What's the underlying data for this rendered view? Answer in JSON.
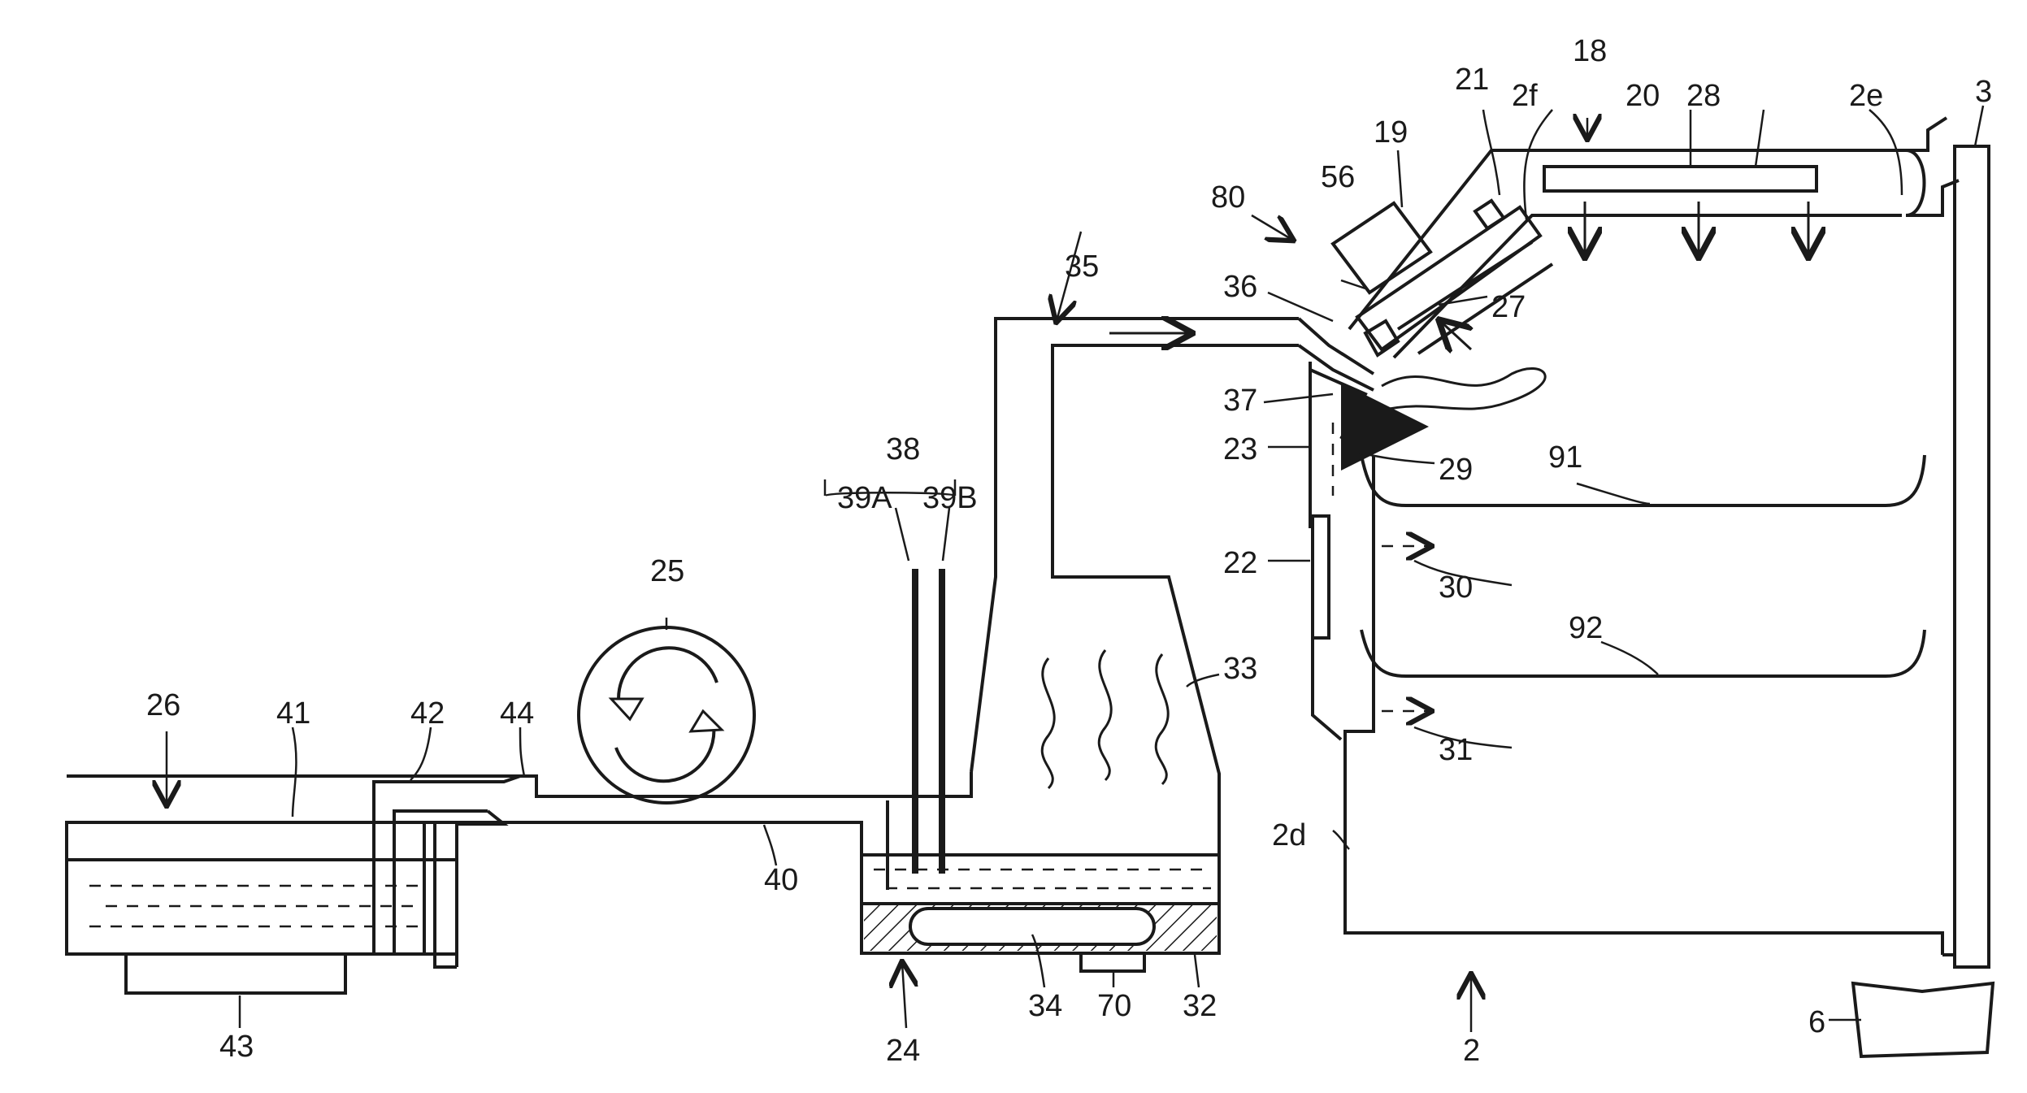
{
  "labels": {
    "l18": "18",
    "l20": "20",
    "l28": "28",
    "l21": "21",
    "l2f": "2f",
    "l2e": "2e",
    "l3": "3",
    "l19": "19",
    "l80": "80",
    "l56": "56",
    "l35": "35",
    "l36": "36",
    "l27": "27",
    "l37": "37",
    "l23": "23",
    "l29": "29",
    "l91": "91",
    "l22": "22",
    "l30": "30",
    "l92": "92",
    "l31": "31",
    "l33": "33",
    "l38": "38",
    "l39A": "39A",
    "l39B": "39B",
    "l25": "25",
    "l26": "26",
    "l41": "41",
    "l42": "42",
    "l44": "44",
    "l40": "40",
    "l2d": "2d",
    "l43": "43",
    "l24": "24",
    "l34": "34",
    "l70": "70",
    "l32": "32",
    "l2": "2",
    "l6": "6"
  }
}
